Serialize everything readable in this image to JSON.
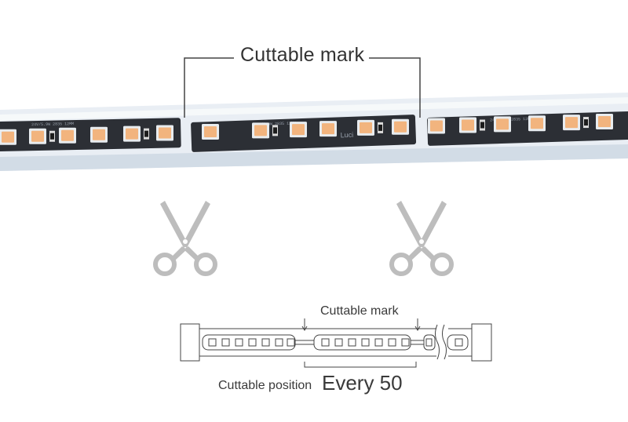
{
  "top": {
    "cuttable_mark_label": "Cuttable mark",
    "strip_print": "Luci"
  },
  "scissors": [
    {
      "icon": "scissors-icon"
    },
    {
      "icon": "scissors-icon"
    }
  ],
  "diagram": {
    "cuttable_mark_label": "Cuttable mark",
    "cuttable_position_label": "Cuttable position",
    "interval_label": "Every 50"
  },
  "colors": {
    "label_text": "#333333",
    "led_warm": "#f2b47e",
    "pcb": "#2c2f35",
    "tube": "#d7e0ea",
    "scissors_gray": "#bdbdbd",
    "outline": "#444444"
  }
}
